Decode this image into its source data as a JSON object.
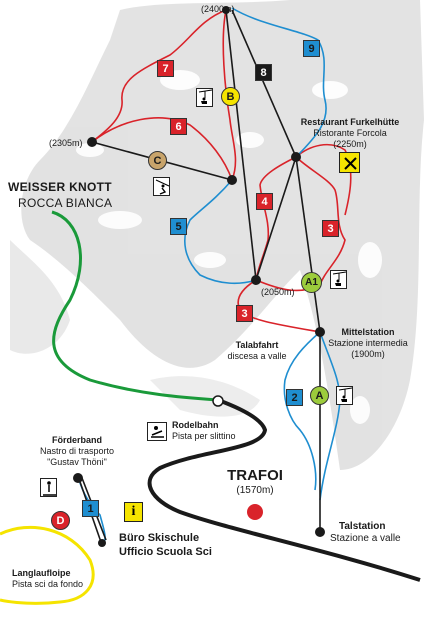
{
  "colors": {
    "red": "#d9232a",
    "blue": "#1f8ed0",
    "black": "#1a1a1a",
    "yellow": "#f5e400",
    "green": "#1a9a3a",
    "olive": "#9ccc3c",
    "tan": "#c8a46b",
    "terrain": "#dcdcdc"
  },
  "labels": {
    "peak_altitude": "(2400m)",
    "left_station_altitude": "(2305m)",
    "area_name": "WEISSER KNOTT",
    "area_name_it": "ROCCA BIANCA",
    "restaurant_name": "Restaurant Furkelhütte",
    "restaurant_name_it": "Ristorante Forcola",
    "restaurant_altitude": "(2250m)",
    "station_2050": "(2050m)",
    "mid_station": "Mittelstation",
    "mid_station_it": "Stazione intermedia",
    "mid_station_altitude": "(1900m)",
    "valley_run": "Talabfahrt",
    "valley_run_it": "discesa a valle",
    "toboggan": "Rodelbahn",
    "toboggan_it": "Pista per slittino",
    "conveyor": "Förderband",
    "conveyor_it_1": "Nastro di trasporto",
    "conveyor_it_2": "\"Gustav Thöni\"",
    "village": "TRAFOI",
    "village_altitude": "(1570m)",
    "ski_school": "Büro Skischule",
    "ski_school_it": "Ufficio Scuola Sci",
    "valley_station": "Talstation",
    "valley_station_it": "Stazione a valle",
    "cross_country": "Langlaufloipe",
    "cross_country_it": "Pista sci da fondo"
  },
  "slopes": [
    {
      "number": "7",
      "difficulty": "red"
    },
    {
      "number": "6",
      "difficulty": "red"
    },
    {
      "number": "4",
      "difficulty": "red"
    },
    {
      "number": "3",
      "difficulty": "red"
    },
    {
      "number": "3",
      "difficulty": "red"
    },
    {
      "number": "9",
      "difficulty": "blue"
    },
    {
      "number": "5",
      "difficulty": "blue"
    },
    {
      "number": "2",
      "difficulty": "blue"
    },
    {
      "number": "1",
      "difficulty": "blue"
    },
    {
      "number": "8",
      "difficulty": "black"
    }
  ],
  "lifts": [
    {
      "code": "B",
      "type": "chairlift"
    },
    {
      "code": "C",
      "type": "t-bar"
    },
    {
      "code": "A1",
      "type": "chairlift"
    },
    {
      "code": "A",
      "type": "chairlift"
    },
    {
      "code": "D",
      "type": "conveyor"
    }
  ],
  "icons": [
    "chairlift-icon",
    "t-bar-icon",
    "restaurant-icon",
    "toboggan-icon",
    "info-icon",
    "conveyor-icon"
  ],
  "info_symbol": "i"
}
